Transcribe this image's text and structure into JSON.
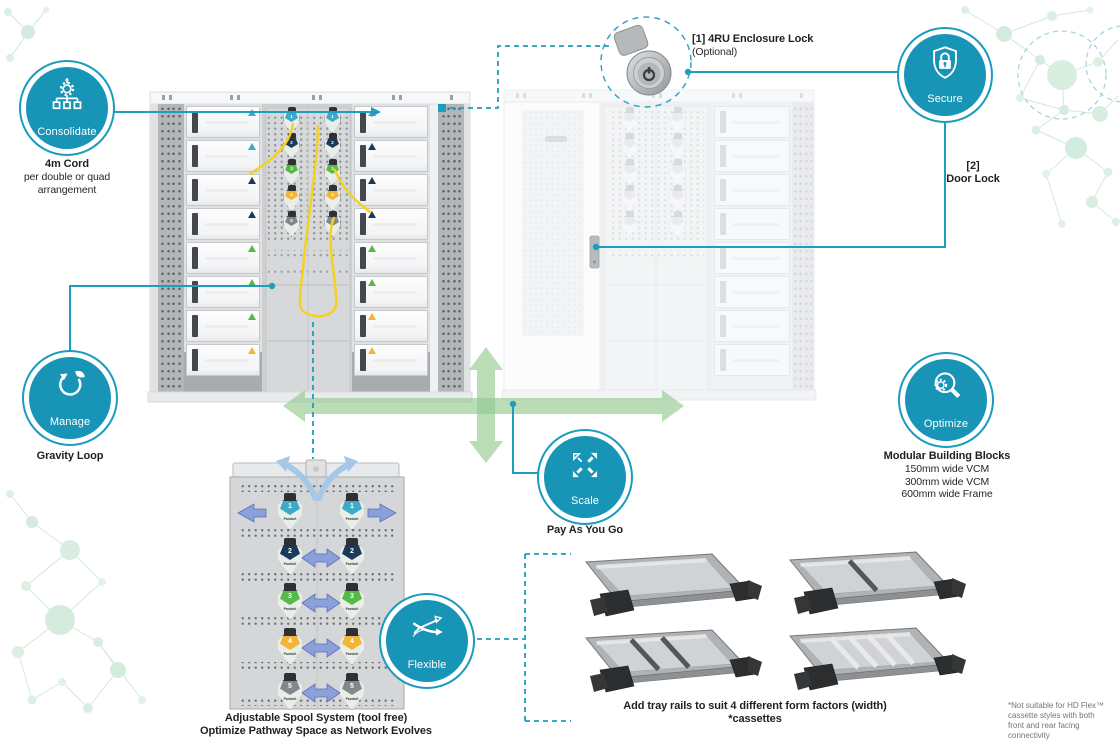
{
  "palette": {
    "teal_badge": "#1794b6",
    "teal_line": "#1f9dbf",
    "green_arrow": "#8fc88d",
    "decor_green": "#d9eee1",
    "cable_yellow": "#f4d11d",
    "blue_arrow": "#8b9fd8",
    "text": "#231f20",
    "footnote_gray": "#737578"
  },
  "badges": {
    "consolidate": {
      "label": "Consolidate",
      "icon": "consolidate-distribution-icon"
    },
    "manage": {
      "label": "Manage",
      "icon": "recycle-leaf-icon"
    },
    "secure": {
      "label": "Secure",
      "icon": "shield-lock-icon"
    },
    "optimize": {
      "label": "Optimize",
      "icon": "magnifier-gear-icon"
    },
    "scale": {
      "label": "Scale",
      "icon": "expand-arrows-icon"
    },
    "flexible": {
      "label": "Flexible",
      "icon": "crossing-arrows-icon"
    }
  },
  "captions": {
    "cord": {
      "title": "4m Cord",
      "line1": "per double or quad",
      "line2": "arrangement"
    },
    "gravity": {
      "title": "Gravity Loop"
    },
    "enclosure_lock": {
      "title": "[1] 4RU Enclosure Lock",
      "subtitle": "(Optional)",
      "icon": "cam-lock-illustration"
    },
    "door_lock": {
      "line1": "[2]",
      "line2": "Door Lock"
    },
    "modular": {
      "title": "Modular Building Blocks",
      "line1": "150mm wide VCM",
      "line2": "300mm wide VCM",
      "line3": "600mm wide Frame"
    },
    "pay": {
      "title": "Pay As You Go"
    },
    "spool": {
      "line1": "Adjustable Spool System (tool free)",
      "line2": "Optimize Pathway Space as Network Evolves"
    },
    "tray": {
      "title": "Add tray rails to suit 4 different form factors (width) *cassettes"
    },
    "footnote": {
      "line1": "*Not suitable for HD Flex™",
      "line2": "cassette styles with both",
      "line3": "front and rear facing",
      "line4": "connectivity"
    }
  },
  "spools": {
    "brand": "Panduit",
    "rows": [
      {
        "num": "1",
        "color": "#3fa9c9"
      },
      {
        "num": "2",
        "color": "#1b3a5a"
      },
      {
        "num": "3",
        "color": "#57b947"
      },
      {
        "num": "4",
        "color": "#f3b536"
      },
      {
        "num": "5",
        "color": "#82878c"
      }
    ]
  }
}
